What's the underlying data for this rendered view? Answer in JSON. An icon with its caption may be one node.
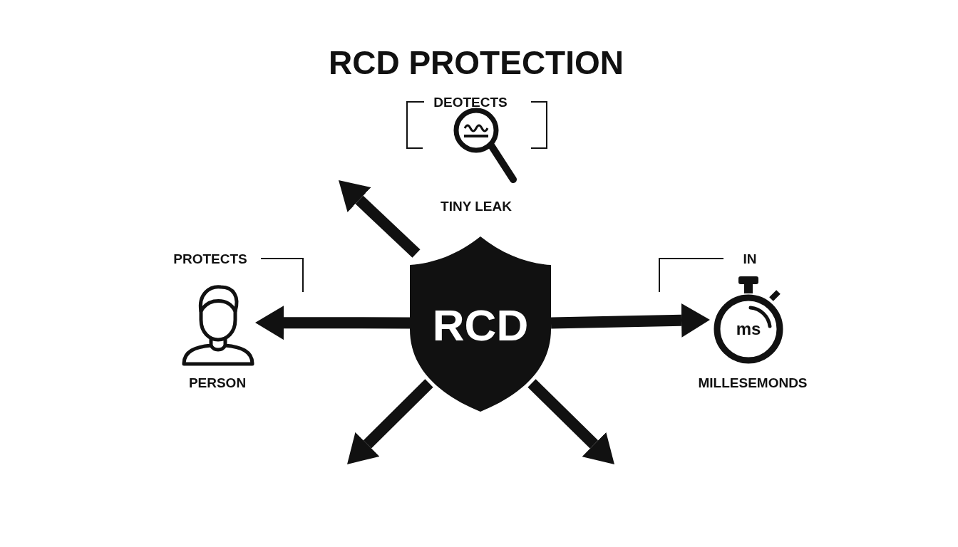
{
  "diagram": {
    "title": "RCD PROTECTION",
    "nodes": [
      {
        "text": [
          "RCD"
        ]
      },
      {
        "text": [],
        "shape": "person",
        "beside": [
          "PROTECTS",
          "PERSON"
        ]
      },
      {
        "text": [
          "ms"
        ],
        "beside": [
          "IN",
          "MILLESEMONDS"
        ]
      }
    ],
    "edges": [
      {
        "from": 0,
        "to": null,
        "arrow": "to"
      },
      {
        "from": 0,
        "to": 1,
        "arrow": "to"
      },
      {
        "from": 0,
        "to": 2,
        "arrow": "to"
      },
      {
        "from": 0,
        "to": null,
        "arrow": "to"
      },
      {
        "from": 0,
        "to": null,
        "arrow": "to"
      }
    ],
    "labels": [
      "DEOTECTS",
      "TINY LEAK"
    ]
  }
}
